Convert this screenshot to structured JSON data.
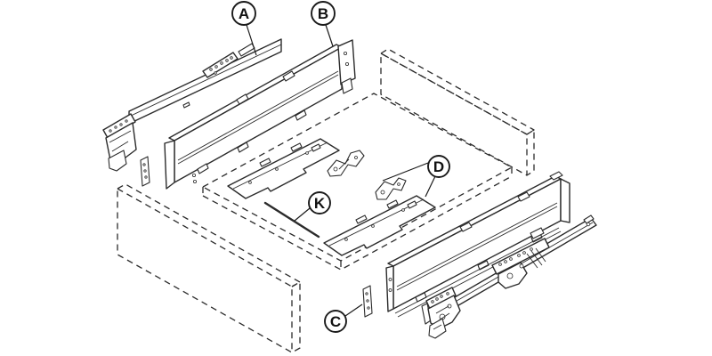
{
  "diagram": {
    "kind": "drawer-runner-exploded-assembly",
    "colors": {
      "background": "#ffffff",
      "line": "#2b2b2b",
      "label": "#111111"
    },
    "callouts": [
      {
        "letter": "A"
      },
      {
        "letter": "B"
      },
      {
        "letter": "C"
      },
      {
        "letter": "D"
      },
      {
        "letter": "K"
      }
    ]
  }
}
